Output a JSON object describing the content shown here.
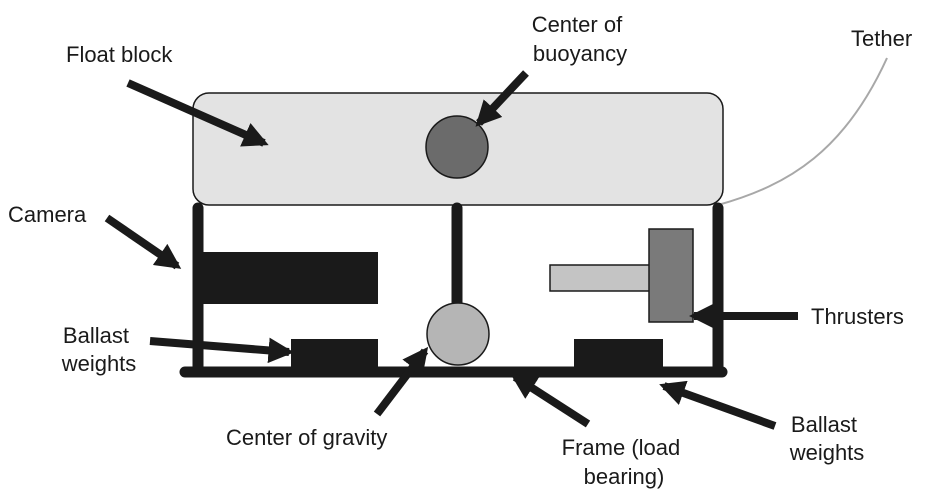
{
  "labels": {
    "float_block": "Float block",
    "center_of_buoyancy": [
      "Center of",
      "buoyancy"
    ],
    "tether": "Tether",
    "camera": "Camera",
    "ballast_weights_left": [
      "Ballast",
      "weights"
    ],
    "thrusters": "Thrusters",
    "center_of_gravity": "Center of gravity",
    "frame": [
      "Frame (load",
      "bearing)"
    ],
    "ballast_weights_right": [
      "Ballast",
      "weights"
    ]
  },
  "colors": {
    "float_block": "#e3e3e3",
    "buoyancy_circle": "#6b6b6b",
    "gravity_circle": "#b5b5b5",
    "frame": "#1a1a1a",
    "thruster_shaft": "#c4c4c4",
    "thruster_body": "#7a7a7a",
    "tether": "#a8a8a8"
  }
}
